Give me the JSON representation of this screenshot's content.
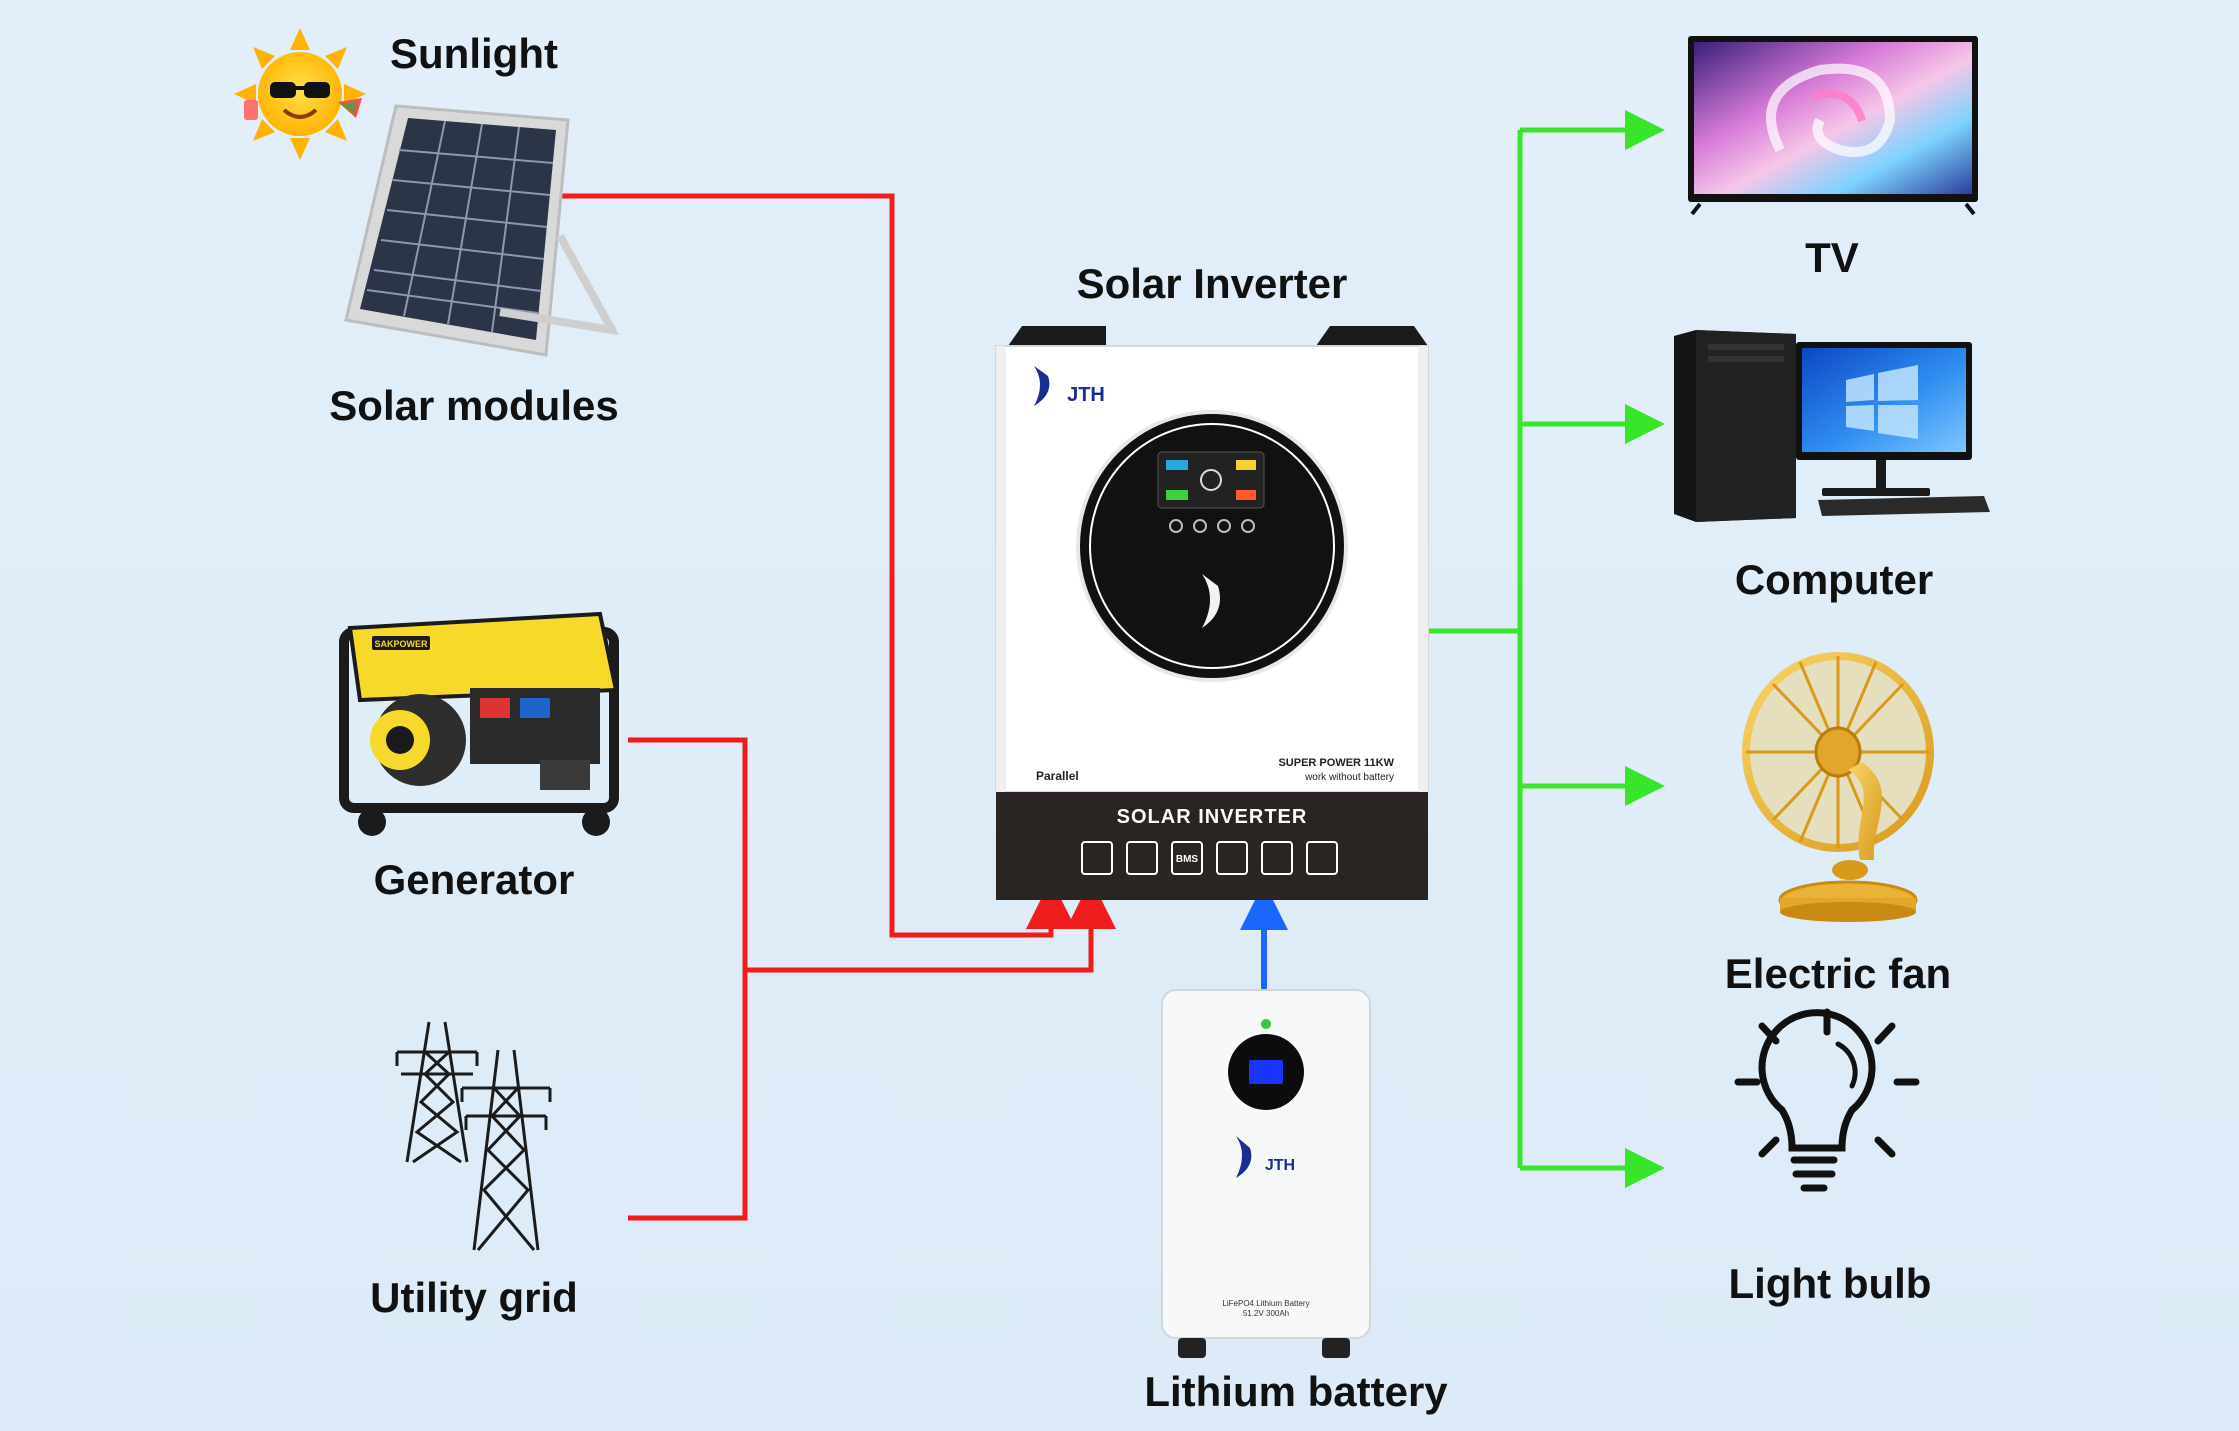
{
  "labels": {
    "sunlight": "Sunlight",
    "solar_modules": "Solar modules",
    "generator": "Generator",
    "utility_grid": "Utility grid",
    "solar_inverter": "Solar Inverter",
    "lithium_battery": "Lithium battery",
    "tv": "TV",
    "computer": "Computer",
    "electric_fan": "Electric fan",
    "light_bulb": "Light bulb"
  },
  "inverter": {
    "brand": "JTH",
    "parallel": "Parallel",
    "power_line1": "SUPER POWER 11KW",
    "power_line2": "work without battery",
    "band_title": "SOLAR INVERTER",
    "bms": "BMS"
  },
  "battery": {
    "brand": "JTH",
    "spec_line1": "LiFePO4 Lithium Battery",
    "spec_line2": "51.2V 300Ah"
  },
  "generator_panel": {
    "badge": "SAKPOWER"
  },
  "colors": {
    "input_line": "#ee1c1c",
    "output_line": "#39e52a",
    "battery_line": "#1a66ff",
    "text": "#111111",
    "background": "#e0edf8"
  },
  "icons": [
    "sun-icon",
    "solar-panel-icon",
    "generator-icon",
    "transmission-tower-icon",
    "inverter-icon",
    "battery-icon",
    "tv-icon",
    "computer-icon",
    "fan-icon",
    "light-bulb-icon"
  ]
}
